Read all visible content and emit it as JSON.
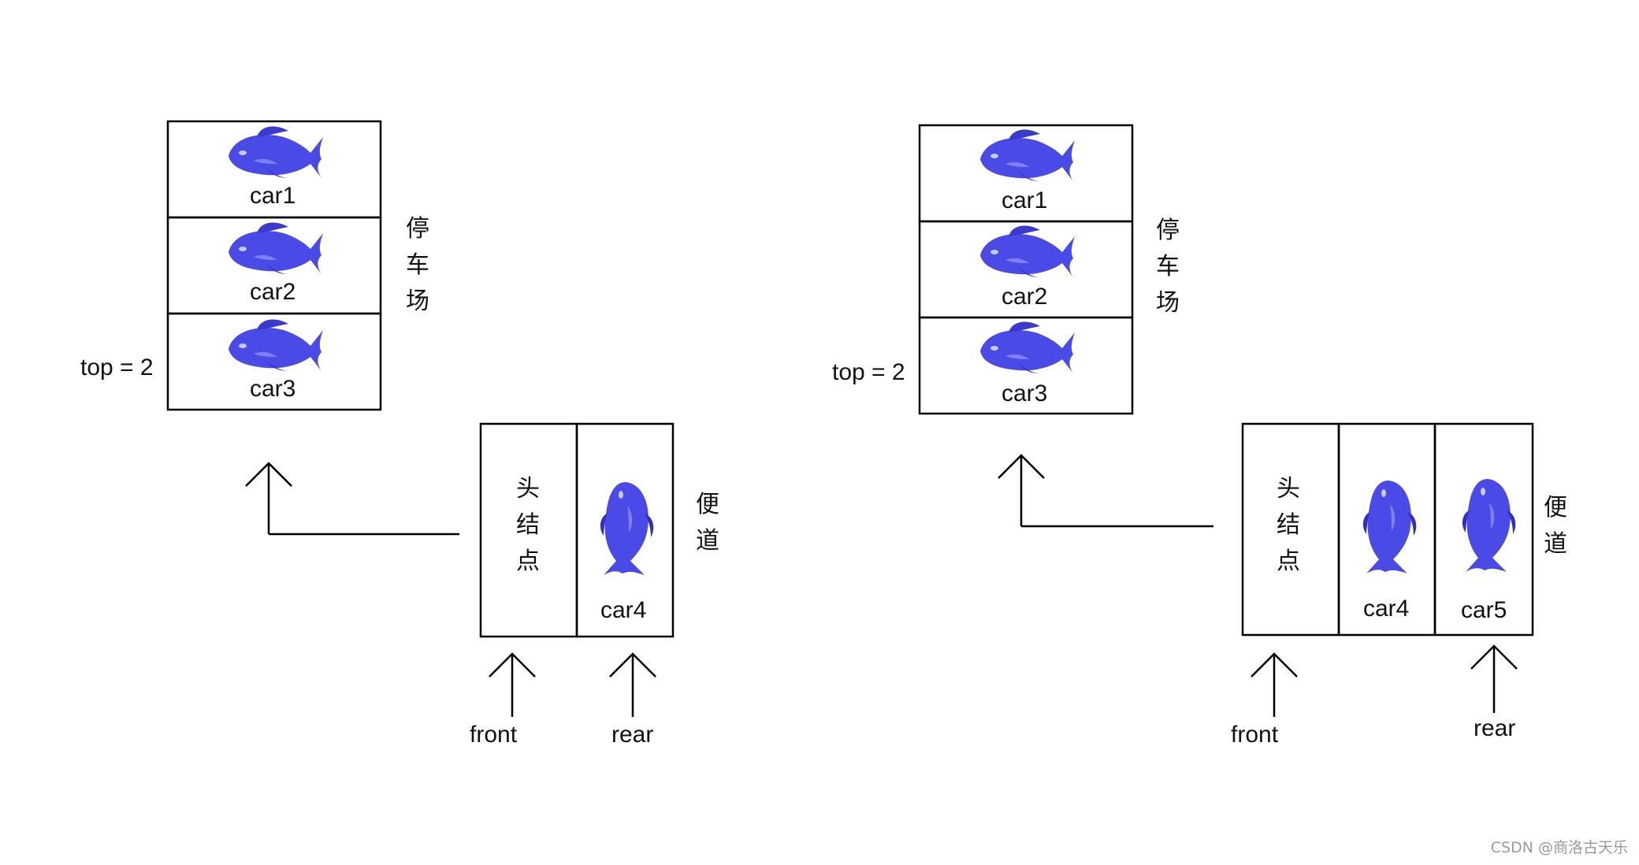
{
  "left": {
    "stack_label": [
      "停",
      "车",
      "场"
    ],
    "top_label": "top = 2",
    "cars": [
      "car1",
      "car2",
      "car3"
    ],
    "queue_label": [
      "便",
      "道"
    ],
    "head_node": [
      "头",
      "结",
      "点"
    ],
    "queue_cars": [
      "car4"
    ],
    "front": "front",
    "rear": "rear"
  },
  "right": {
    "stack_label": [
      "停",
      "车",
      "场"
    ],
    "top_label": "top = 2",
    "cars": [
      "car1",
      "car2",
      "car3"
    ],
    "queue_label": [
      "便",
      "道"
    ],
    "head_node": [
      "头",
      "结",
      "点"
    ],
    "queue_cars": [
      "car4",
      "car5"
    ],
    "front": "front",
    "rear": "rear"
  },
  "watermark": "CSDN @商洛古天乐",
  "colors": {
    "fish": "#4848e0",
    "fish_dark": "#2a2ab0",
    "line": "#000000"
  }
}
